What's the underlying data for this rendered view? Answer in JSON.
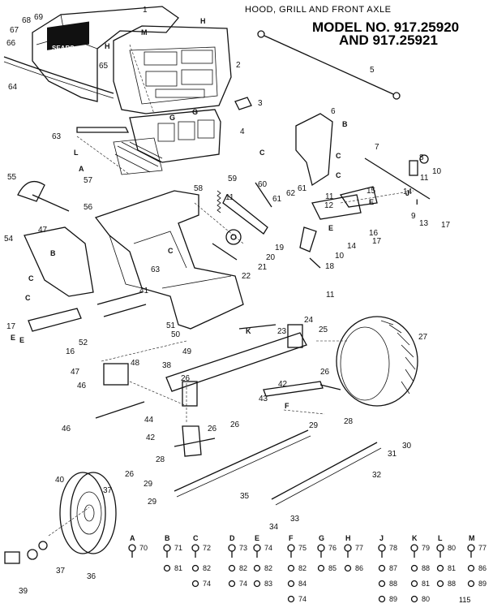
{
  "header": {
    "title": "HOOD, GRILL AND FRONT AXLE",
    "model_line1": "MODEL NO. 917.25920",
    "model_line2": "AND 917.25921",
    "page_number": "115"
  },
  "callouts": [
    {
      "id": "c1",
      "text": "1"
    },
    {
      "id": "c2",
      "text": "2"
    },
    {
      "id": "c3",
      "text": "3"
    },
    {
      "id": "c4",
      "text": "4"
    },
    {
      "id": "c5",
      "text": "5"
    },
    {
      "id": "c6",
      "text": "6"
    },
    {
      "id": "c7",
      "text": "7"
    },
    {
      "id": "c8",
      "text": "8"
    },
    {
      "id": "c9",
      "text": "9"
    },
    {
      "id": "c10",
      "text": "10"
    },
    {
      "id": "c10b",
      "text": "10"
    },
    {
      "id": "c11",
      "text": "11"
    },
    {
      "id": "c11b",
      "text": "11"
    },
    {
      "id": "c11c",
      "text": "11"
    },
    {
      "id": "c11d",
      "text": "11"
    },
    {
      "id": "c12",
      "text": "12"
    },
    {
      "id": "c13",
      "text": "13"
    },
    {
      "id": "c14",
      "text": "14"
    },
    {
      "id": "c14b",
      "text": "14"
    },
    {
      "id": "c15",
      "text": "15"
    },
    {
      "id": "c16",
      "text": "16"
    },
    {
      "id": "c16b",
      "text": "16"
    },
    {
      "id": "c17",
      "text": "17"
    },
    {
      "id": "c17b",
      "text": "17"
    },
    {
      "id": "c17c",
      "text": "17"
    },
    {
      "id": "c18",
      "text": "18"
    },
    {
      "id": "c19",
      "text": "19"
    },
    {
      "id": "c20",
      "text": "20"
    },
    {
      "id": "c21",
      "text": "21"
    },
    {
      "id": "c22",
      "text": "22"
    },
    {
      "id": "c23",
      "text": "23"
    },
    {
      "id": "c24",
      "text": "24"
    },
    {
      "id": "c25",
      "text": "25"
    },
    {
      "id": "c26a",
      "text": "26"
    },
    {
      "id": "c26b",
      "text": "26"
    },
    {
      "id": "c26c",
      "text": "26"
    },
    {
      "id": "c26d",
      "text": "26"
    },
    {
      "id": "c26e",
      "text": "26"
    },
    {
      "id": "c27",
      "text": "27"
    },
    {
      "id": "c28",
      "text": "28"
    },
    {
      "id": "c28b",
      "text": "28"
    },
    {
      "id": "c29",
      "text": "29"
    },
    {
      "id": "c29b",
      "text": "29"
    },
    {
      "id": "c29c",
      "text": "29"
    },
    {
      "id": "c30",
      "text": "30"
    },
    {
      "id": "c31",
      "text": "31"
    },
    {
      "id": "c32",
      "text": "32"
    },
    {
      "id": "c33",
      "text": "33"
    },
    {
      "id": "c34",
      "text": "34"
    },
    {
      "id": "c35",
      "text": "35"
    },
    {
      "id": "c36",
      "text": "36"
    },
    {
      "id": "c37",
      "text": "37"
    },
    {
      "id": "c37b",
      "text": "37"
    },
    {
      "id": "c38",
      "text": "38"
    },
    {
      "id": "c39",
      "text": "39"
    },
    {
      "id": "c40",
      "text": "40"
    },
    {
      "id": "c41",
      "text": "41"
    },
    {
      "id": "c42",
      "text": "42"
    },
    {
      "id": "c42b",
      "text": "42"
    },
    {
      "id": "c43",
      "text": "43"
    },
    {
      "id": "c44",
      "text": "44"
    },
    {
      "id": "c46",
      "text": "46"
    },
    {
      "id": "c46b",
      "text": "46"
    },
    {
      "id": "c47",
      "text": "47"
    },
    {
      "id": "c47b",
      "text": "47"
    },
    {
      "id": "c48",
      "text": "48"
    },
    {
      "id": "c49",
      "text": "49"
    },
    {
      "id": "c50",
      "text": "50"
    },
    {
      "id": "c51",
      "text": "51"
    },
    {
      "id": "c52",
      "text": "52"
    },
    {
      "id": "c54",
      "text": "54"
    },
    {
      "id": "c55",
      "text": "55"
    },
    {
      "id": "c56",
      "text": "56"
    },
    {
      "id": "c57",
      "text": "57"
    },
    {
      "id": "c58",
      "text": "58"
    },
    {
      "id": "c59",
      "text": "59"
    },
    {
      "id": "c60",
      "text": "60"
    },
    {
      "id": "c61",
      "text": "61"
    },
    {
      "id": "c61b",
      "text": "61"
    },
    {
      "id": "c62",
      "text": "62"
    },
    {
      "id": "c63",
      "text": "63"
    },
    {
      "id": "c63b",
      "text": "63"
    },
    {
      "id": "c64",
      "text": "64"
    },
    {
      "id": "c65",
      "text": "65"
    },
    {
      "id": "c66",
      "text": "66"
    },
    {
      "id": "c67",
      "text": "67"
    },
    {
      "id": "c68",
      "text": "68"
    },
    {
      "id": "c69",
      "text": "69"
    }
  ],
  "letters": [
    {
      "id": "lH",
      "text": "H"
    },
    {
      "id": "lM",
      "text": "M"
    },
    {
      "id": "lH2",
      "text": "H"
    },
    {
      "id": "lB",
      "text": "B"
    },
    {
      "id": "lC1",
      "text": "C"
    },
    {
      "id": "lC2",
      "text": "C"
    },
    {
      "id": "lG1",
      "text": "G"
    },
    {
      "id": "lG2",
      "text": "G"
    },
    {
      "id": "lA",
      "text": "A"
    },
    {
      "id": "lL",
      "text": "L"
    },
    {
      "id": "lE1",
      "text": "E"
    },
    {
      "id": "lE2",
      "text": "E"
    },
    {
      "id": "lE3",
      "text": "E"
    },
    {
      "id": "lE4",
      "text": "E"
    },
    {
      "id": "lB2",
      "text": "B"
    },
    {
      "id": "lC3",
      "text": "C"
    },
    {
      "id": "lC4",
      "text": "C"
    },
    {
      "id": "lC5",
      "text": "C"
    },
    {
      "id": "lC6",
      "text": "C"
    },
    {
      "id": "lK",
      "text": "K"
    },
    {
      "id": "lF",
      "text": "F"
    },
    {
      "id": "lJ",
      "text": "J"
    },
    {
      "id": "lI",
      "text": "I"
    }
  ],
  "hardware_key": [
    {
      "letter": "A",
      "numbers": [
        "70"
      ]
    },
    {
      "letter": "B",
      "numbers": [
        "71",
        "81"
      ]
    },
    {
      "letter": "C",
      "numbers": [
        "72",
        "82",
        "74"
      ]
    },
    {
      "letter": "D",
      "numbers": [
        "73",
        "82",
        "74"
      ]
    },
    {
      "letter": "E",
      "numbers": [
        "74",
        "82",
        "83"
      ]
    },
    {
      "letter": "F",
      "numbers": [
        "75",
        "82",
        "84",
        "74"
      ]
    },
    {
      "letter": "G",
      "numbers": [
        "76",
        "85"
      ]
    },
    {
      "letter": "H",
      "numbers": [
        "77",
        "86"
      ]
    },
    {
      "letter": "J",
      "numbers": [
        "78",
        "87",
        "88",
        "89"
      ]
    },
    {
      "letter": "K",
      "numbers": [
        "79",
        "88",
        "81",
        "80"
      ]
    },
    {
      "letter": "L",
      "numbers": [
        "80",
        "81",
        "88"
      ]
    },
    {
      "letter": "M",
      "numbers": [
        "77",
        "86",
        "89"
      ]
    }
  ],
  "grill_badge": "SEARS"
}
